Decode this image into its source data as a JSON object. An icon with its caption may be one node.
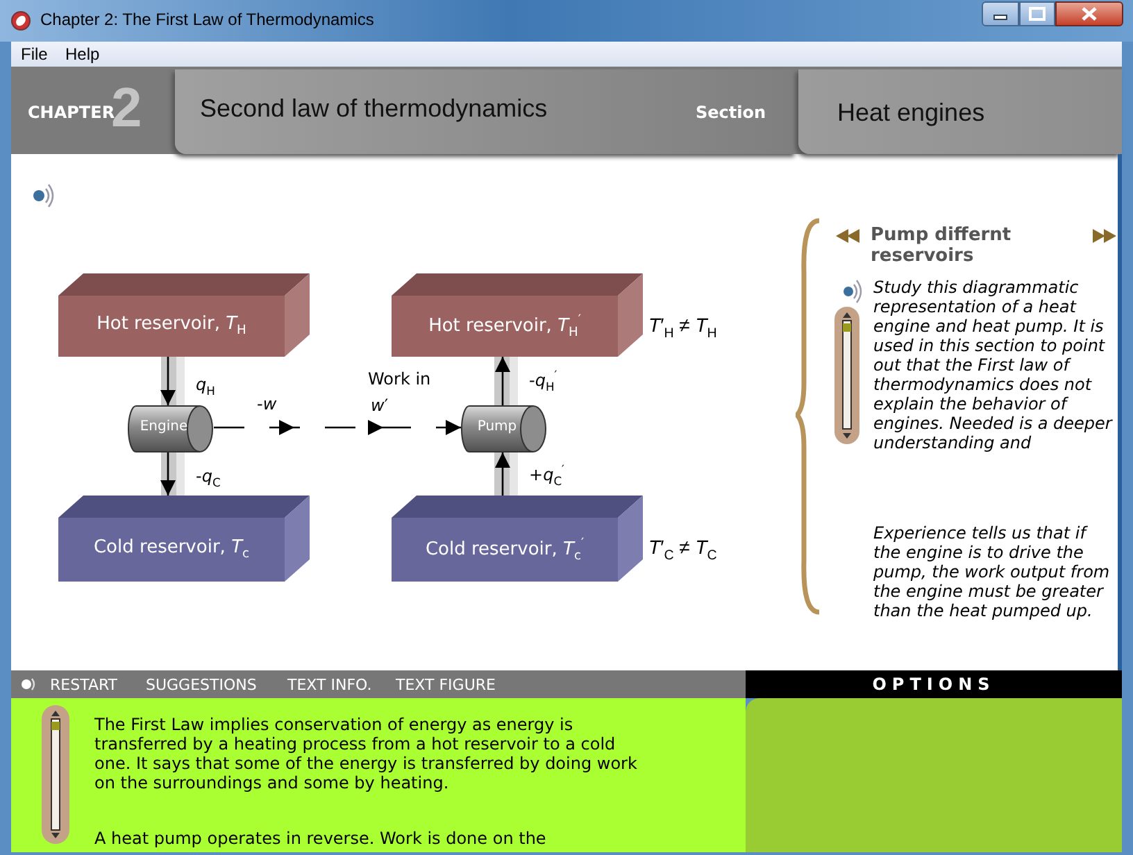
{
  "diagram": {
    "title": "Chapter 2: The First Law of Thermodynamics",
    "nodes": [
      {
        "text": [
          "Hot reservoir, *T*$_{H}$"
        ]
      },
      {
        "text": [
          "Engine"
        ]
      },
      {
        "text": [
          "Cold reservoir, *T*$_{c}$"
        ]
      },
      {
        "text": [
          "Hot reservoir, *T*$_{H}$$^{′}$"
        ]
      },
      {
        "text": [
          "Pump"
        ]
      },
      {
        "text": [
          "Cold reservoir, *T*$_{c}$$^{′}$"
        ]
      }
    ],
    "edges": [
      {
        "from": 0,
        "to": 1,
        "arrow": "to",
        "label": "*q*$_{H}$"
      },
      {
        "from": 1,
        "to": 2,
        "arrow": "to",
        "label": "-*q*$_{C}$"
      },
      {
        "from": 1,
        "to": 4,
        "arrow": "to",
        "label": "-*w*",
        "style": "dashed"
      },
      {
        "from": 5,
        "to": 4,
        "arrow": "to",
        "label": "+*q*$_{C}$$^{′}$"
      },
      {
        "from": 4,
        "to": 3,
        "arrow": "to",
        "label": "-*q*$_{H}$$^{′}$"
      }
    ],
    "labels": [
      "File",
      "Help",
      "CHAPTER",
      "2",
      "Second law of thermodynamics",
      "Section",
      "Heat engines",
      "Work in",
      "*w*′",
      "*T*′$_{H}$ ≠ *T*$_{H}$",
      "*T*′$_{C}$ ≠ *T*$_{C}$",
      "Pump differnt reservoirs",
      "Study this diagrammatic representation of a heat engine and heat pump.  It is used in this section to point out that the First law of thermodynamics does not explain the behavior of engines.  Needed is a deeper understanding and",
      "Experience tells us that if the engine is to drive the pump, the work output from the engine must be greater than the heat pumped up.",
      "RESTART",
      "SUGGESTIONS",
      "TEXT INFO.",
      "TEXT FIGURE",
      "OPTIONS",
      "The First Law implies conservation of energy as energy is transferred by a heating process from a hot reservoir to a cold one.  It says that some of the energy is transferred by doing work on the surroundings and some by heating.",
      "A heat pump operates in reverse. Work is done on the"
    ]
  }
}
